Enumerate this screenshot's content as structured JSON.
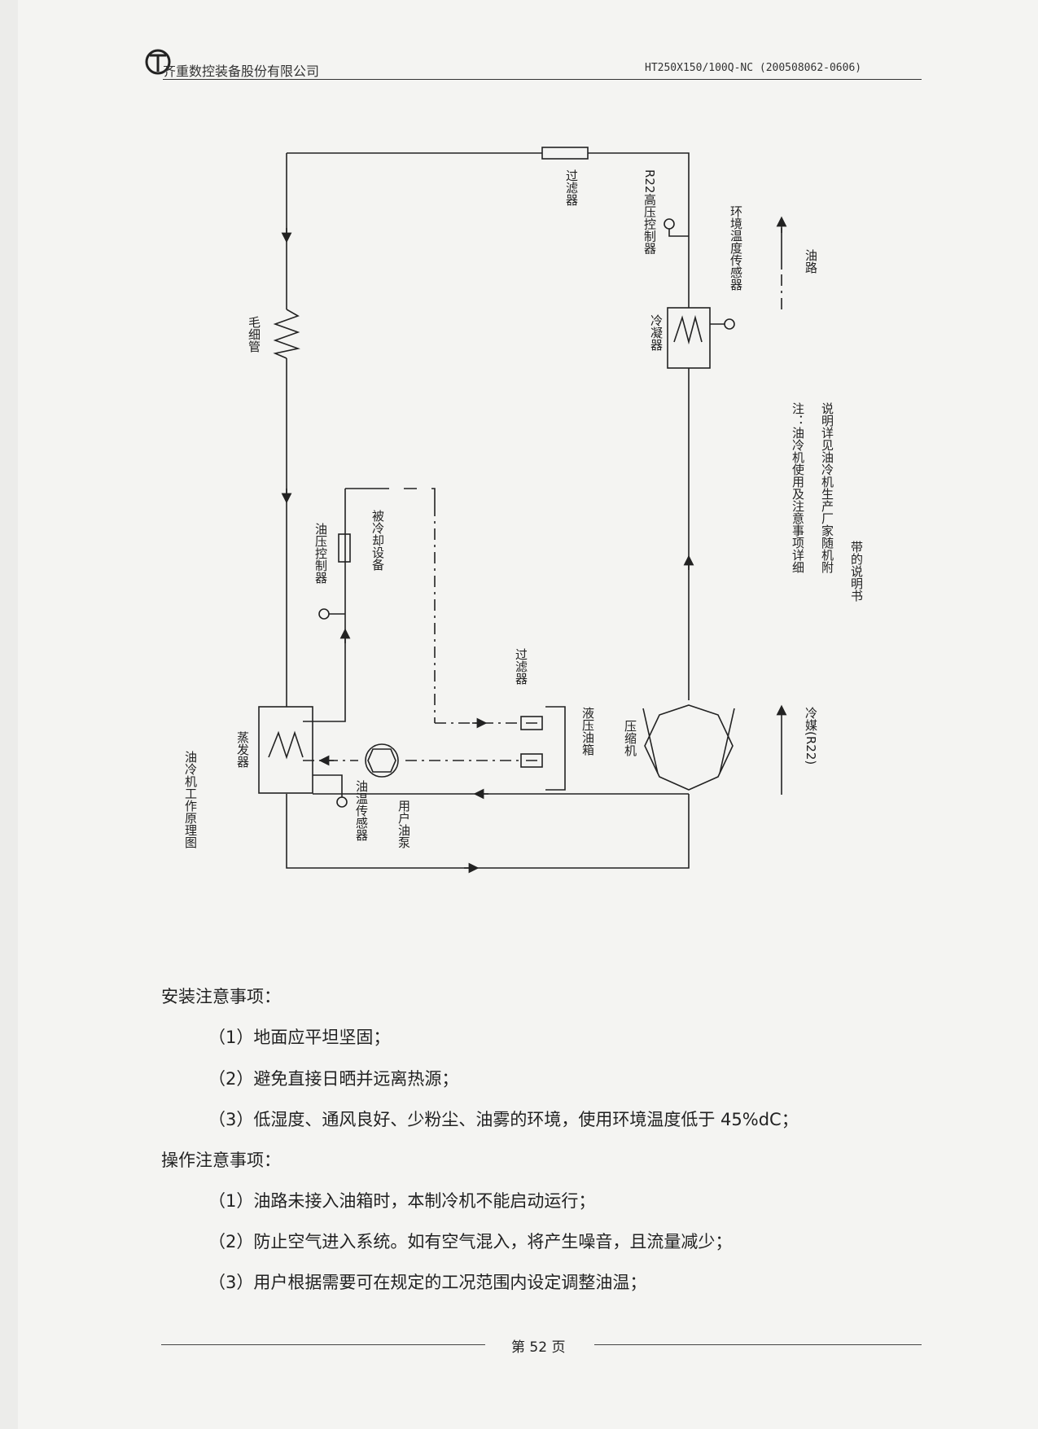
{
  "header": {
    "company": "齐重数控装备股份有限公司",
    "code": "HT250X150/100Q-NC (200508062-0606)"
  },
  "diagram": {
    "filter_top": "过滤器",
    "r22_high_pressure_controller": "R22高压控制器",
    "ambient_temp_sensor": "环境温度传感器",
    "oil_path": "油路",
    "condenser": "冷凝器",
    "capillary": "毛细管",
    "oil_pressure_controller": "油压控制器",
    "cooled_equipment": "被冷却设备",
    "filter_bottom": "过滤器",
    "hydraulic_tank": "液压油箱",
    "compressor": "压缩机",
    "evaporator": "蒸发器",
    "oil_temp_sensor": "油温传感器",
    "user_oil_pump": "用户油泵",
    "title": "油冷机工作原理图",
    "refrigerant": "冷媒(R22)",
    "note_line1": "注：油冷机使用及注意事项详细",
    "note_line2": "说明详见油冷机生产厂家随机附",
    "note_line3": "带的说明书"
  },
  "install": {
    "heading": "安装注意事项：",
    "items": [
      "（1）地面应平坦坚固；",
      "（2）避免直接日晒并远离热源；",
      "（3）低湿度、通风良好、少粉尘、油雾的环境，使用环境温度低于 45%dC；"
    ]
  },
  "operation": {
    "heading": "操作注意事项：",
    "items": [
      "（1）油路未接入油箱时，本制冷机不能启动运行；",
      "（2）防止空气进入系统。如有空气混入，将产生噪音，且流量减少；",
      "（3）用户根据需要可在规定的工况范围内设定调整油温；"
    ]
  },
  "footer": {
    "page": "第 52 页"
  }
}
